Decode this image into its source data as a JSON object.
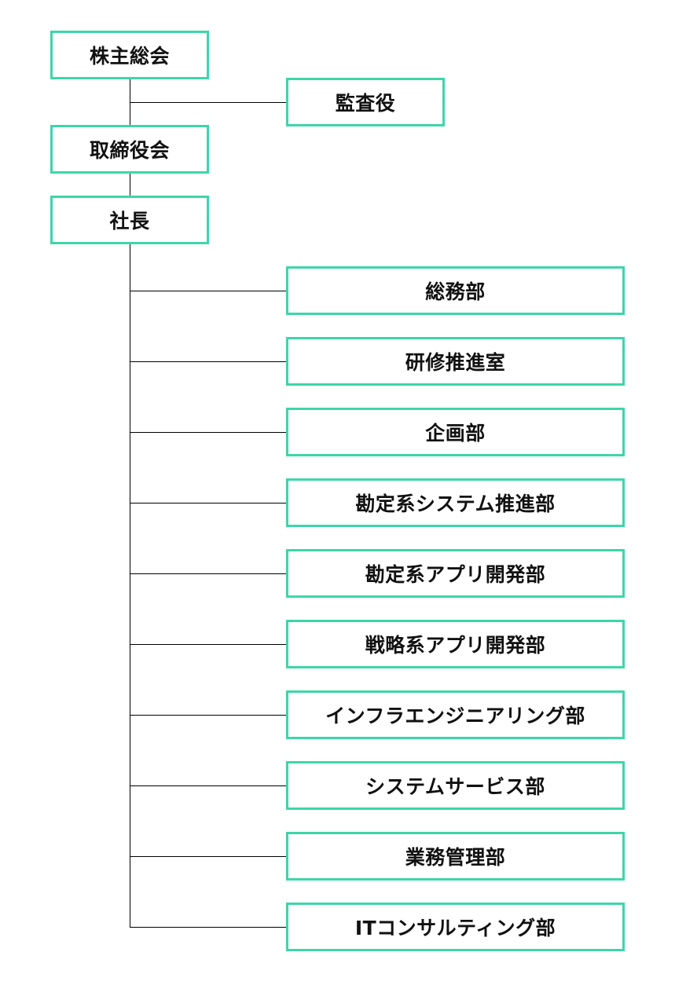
{
  "colors": {
    "node_border": "#3dd6a8",
    "line": "#000000",
    "text": "#111111"
  },
  "top": {
    "shareholders_meeting": "株主総会",
    "auditor": "監査役",
    "board": "取締役会",
    "president": "社長"
  },
  "departments": [
    "総務部",
    "研修推進室",
    "企画部",
    "勘定系システム推進部",
    "勘定系アプリ開発部",
    "戦略系アプリ開発部",
    "インフラエンジニアリング部",
    "システムサービス部",
    "業務管理部",
    "ITコンサルティング部"
  ]
}
